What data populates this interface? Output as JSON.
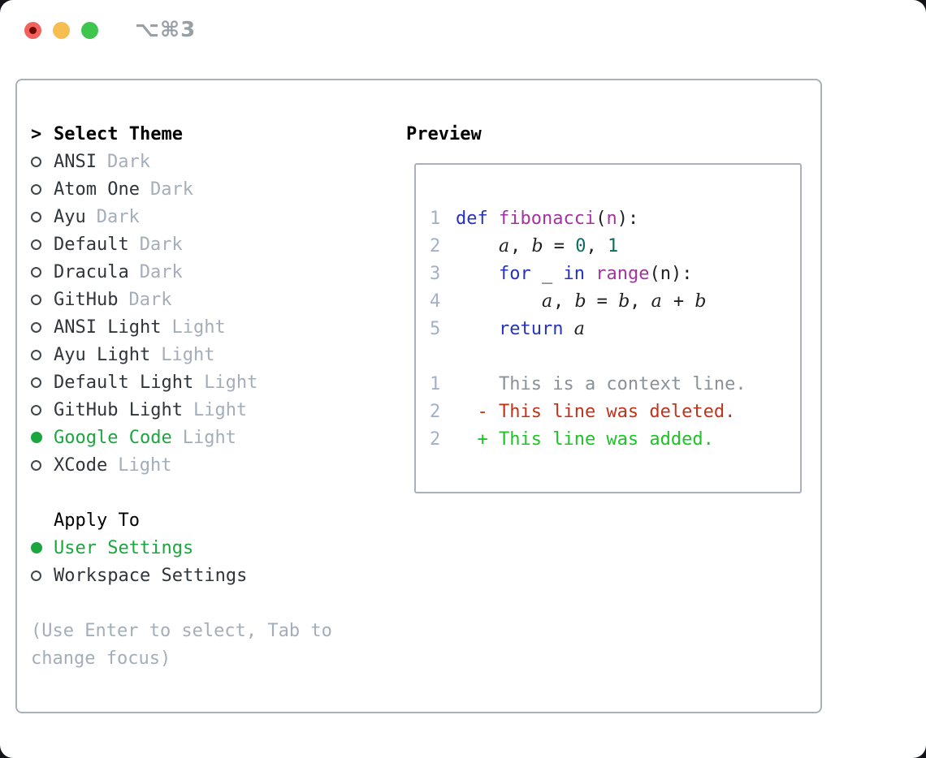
{
  "titlebar": {
    "shortcut": "⌥⌘3"
  },
  "picker": {
    "prompt": ">",
    "title": "Select Theme",
    "themes": [
      {
        "name": "ANSI",
        "variant": "Dark",
        "selected": false
      },
      {
        "name": "Atom One",
        "variant": "Dark",
        "selected": false
      },
      {
        "name": "Ayu",
        "variant": "Dark",
        "selected": false
      },
      {
        "name": "Default",
        "variant": "Dark",
        "selected": false
      },
      {
        "name": "Dracula",
        "variant": "Dark",
        "selected": false
      },
      {
        "name": "GitHub",
        "variant": "Dark",
        "selected": false
      },
      {
        "name": "ANSI Light",
        "variant": "Light",
        "selected": false
      },
      {
        "name": "Ayu Light",
        "variant": "Light",
        "selected": false
      },
      {
        "name": "Default Light",
        "variant": "Light",
        "selected": false
      },
      {
        "name": "GitHub Light",
        "variant": "Light",
        "selected": false
      },
      {
        "name": "Google Code",
        "variant": "Light",
        "selected": true
      },
      {
        "name": "XCode",
        "variant": "Light",
        "selected": false
      }
    ],
    "apply_to": {
      "title": "Apply To",
      "options": [
        {
          "name": "User Settings",
          "selected": true
        },
        {
          "name": "Workspace Settings",
          "selected": false
        }
      ]
    },
    "help_lines": [
      "(Use Enter to select, Tab to",
      "change focus)"
    ]
  },
  "preview": {
    "title": "Preview",
    "code_lines": [
      {
        "n": "1",
        "tokens": [
          [
            "def",
            "kw"
          ],
          [
            " ",
            "pl"
          ],
          [
            "fibonacci",
            "fn"
          ],
          [
            "(",
            "pl"
          ],
          [
            "n",
            "fn"
          ],
          [
            "):",
            "pl"
          ]
        ]
      },
      {
        "n": "2",
        "tokens": [
          [
            "    ",
            "pl"
          ],
          [
            "a",
            "var"
          ],
          [
            ", ",
            "pl"
          ],
          [
            "b",
            "var"
          ],
          [
            " = ",
            "pl"
          ],
          [
            "0",
            "num"
          ],
          [
            ", ",
            "pl"
          ],
          [
            "1",
            "num"
          ]
        ]
      },
      {
        "n": "3",
        "tokens": [
          [
            "    ",
            "pl"
          ],
          [
            "for",
            "kw"
          ],
          [
            " _ ",
            "pl"
          ],
          [
            "in",
            "kw"
          ],
          [
            " ",
            "pl"
          ],
          [
            "range",
            "fn"
          ],
          [
            "(n):",
            "pl"
          ]
        ]
      },
      {
        "n": "4",
        "tokens": [
          [
            "        ",
            "pl"
          ],
          [
            "a",
            "var"
          ],
          [
            ", ",
            "pl"
          ],
          [
            "b",
            "var"
          ],
          [
            " = ",
            "pl"
          ],
          [
            "b",
            "var"
          ],
          [
            ", ",
            "pl"
          ],
          [
            "a",
            "var"
          ],
          [
            " + ",
            "pl"
          ],
          [
            "b",
            "var"
          ]
        ]
      },
      {
        "n": "5",
        "tokens": [
          [
            "    ",
            "pl"
          ],
          [
            "return",
            "kw"
          ],
          [
            " ",
            "pl"
          ],
          [
            "a",
            "var"
          ]
        ]
      }
    ],
    "diff_lines": [
      {
        "n": "1",
        "kind": "context",
        "text": "    This is a context line."
      },
      {
        "n": "2",
        "kind": "deleted",
        "text": "  - This line was deleted."
      },
      {
        "n": "2",
        "kind": "added",
        "text": "  + This line was added."
      }
    ]
  },
  "colors": {
    "selection_green": "#1ba63f",
    "diff_red": "#c2331a",
    "diff_green": "#1cc427",
    "syntax_keyword_blue": "#2433be",
    "syntax_function_purple": "#a233a2",
    "syntax_number_teal": "#0d6a66",
    "muted_gray": "#a4aebb",
    "border_gray": "#a9b1bb",
    "traffic_red": "#f2615d",
    "traffic_yellow": "#f6be50",
    "traffic_green": "#3dc54e"
  }
}
